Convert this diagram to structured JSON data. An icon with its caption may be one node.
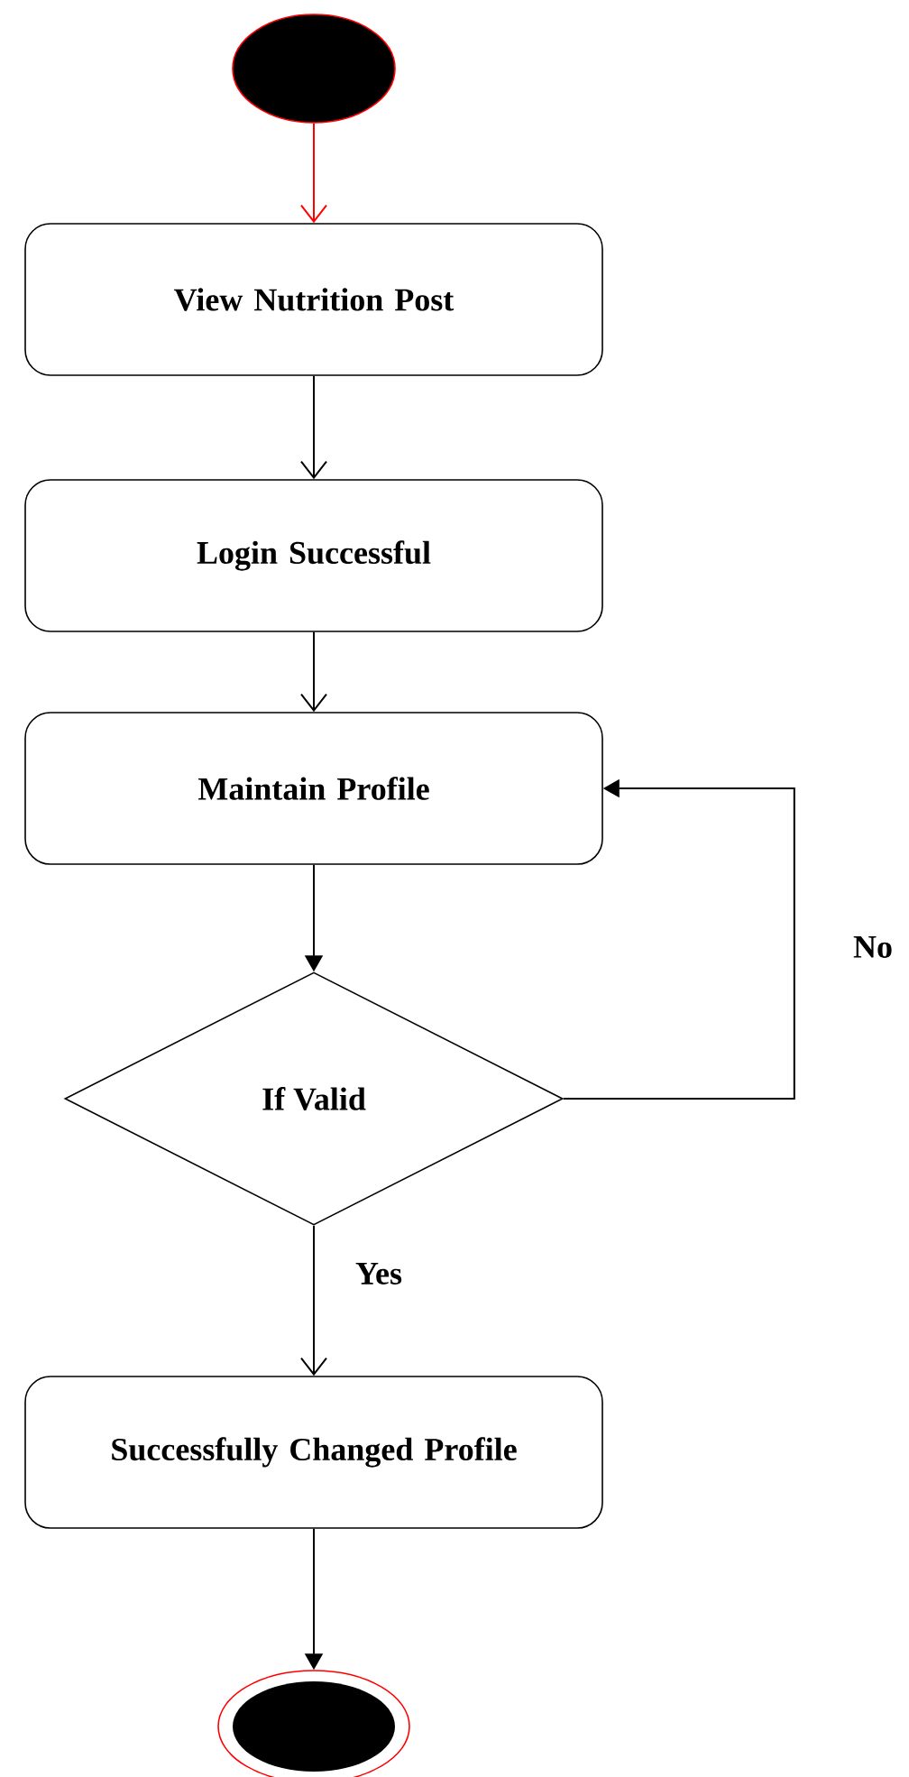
{
  "diagram": {
    "nodes": [
      {
        "text": [],
        "shape": "circle"
      },
      {
        "text": [
          "View Nutrition Post"
        ]
      },
      {
        "text": [
          "Login Successful"
        ]
      },
      {
        "text": [
          "Maintain Profile"
        ]
      },
      {
        "text": [
          "If Valid"
        ]
      },
      {
        "text": [
          "Successfully Changed Profile"
        ]
      },
      {
        "text": [],
        "shape": "circle"
      }
    ],
    "edges": [
      {
        "from": 0,
        "to": 1,
        "arrow": "to",
        "color": "#ff0000"
      },
      {
        "from": 1,
        "to": 2,
        "arrow": "to"
      },
      {
        "from": 2,
        "to": 3,
        "arrow": "to"
      },
      {
        "from": 3,
        "to": 4,
        "arrow": "to"
      },
      {
        "from": 4,
        "to": 3,
        "arrow": "to",
        "label": "No"
      },
      {
        "from": 4,
        "to": 5,
        "arrow": "to",
        "label": "Yes"
      },
      {
        "from": 5,
        "to": 6,
        "arrow": "to"
      }
    ]
  }
}
